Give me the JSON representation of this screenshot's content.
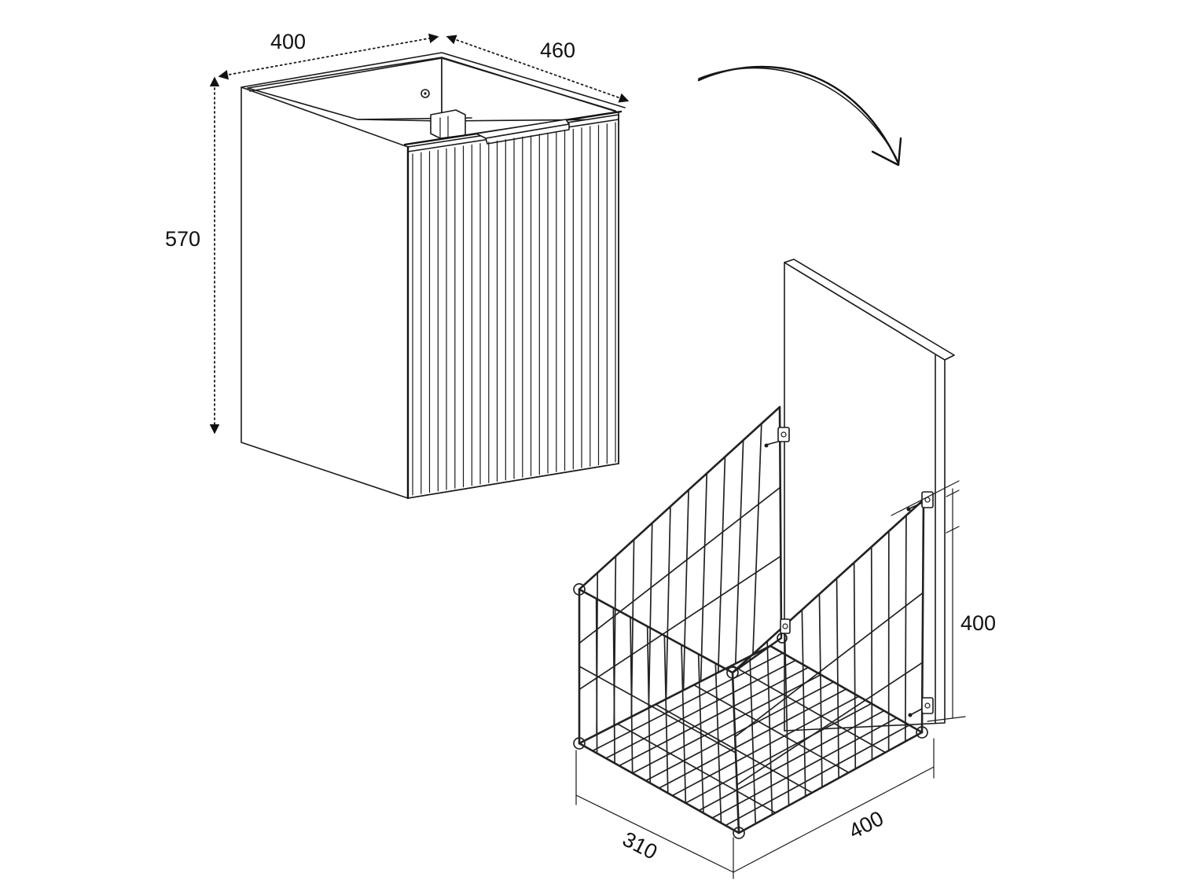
{
  "cabinet": {
    "width_label": "400",
    "depth_label": "460",
    "height_label": "570"
  },
  "basket": {
    "height_label": "400",
    "depth_label": "310",
    "width_label": "400"
  }
}
